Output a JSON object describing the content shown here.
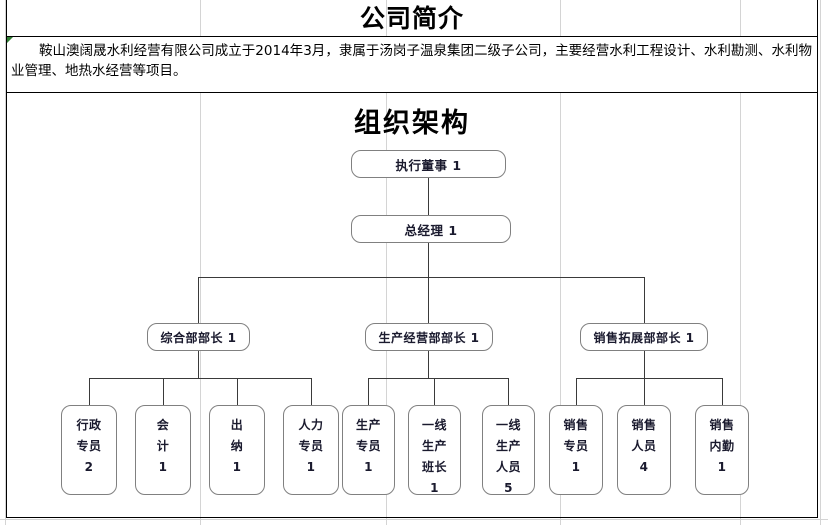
{
  "document": {
    "header_title": "公司简介",
    "intro_paragraph": "鞍山澳阔晟水利经营有限公司成立于2014年3月，隶属于汤岗子温泉集团二级子公司，主要经营水利工程设计、水利勘测、水利物业管理、地热水经营等项目。",
    "comment_flag_color": "#2f7d32"
  },
  "org_chart": {
    "title": "组织架构",
    "node_border_color": "#808080",
    "connector_color": "#3a3a3a",
    "text_color": "#1a1a2e",
    "executive": {
      "label": "执行董事 1",
      "title": "执行董事",
      "count": "1"
    },
    "general_manager": {
      "label": "总经理 1",
      "title": "总经理",
      "count": "1"
    },
    "departments": [
      {
        "label": "综合部部长 1",
        "title": "综合部部长",
        "count": "1",
        "children": [
          {
            "line1": "行政",
            "line2": "专员",
            "count": "2"
          },
          {
            "line1": "会",
            "line2": "计",
            "count": "1"
          },
          {
            "line1": "出",
            "line2": "纳",
            "count": "1"
          },
          {
            "line1": "人力",
            "line2": "专员",
            "count": "1"
          }
        ]
      },
      {
        "label": "生产经营部部长 1",
        "title": "生产经营部部长",
        "count": "1",
        "children": [
          {
            "line1": "生产",
            "line2": "专员",
            "count": "1"
          },
          {
            "line1": "一线",
            "line2": "生产",
            "line3": "班长",
            "count": "1"
          },
          {
            "line1": "一线",
            "line2": "生产",
            "line3": "人员",
            "count": "5"
          }
        ]
      },
      {
        "label": "销售拓展部部长 1",
        "title": "销售拓展部部长",
        "count": "1",
        "children": [
          {
            "line1": "销售",
            "line2": "专员",
            "count": "1"
          },
          {
            "line1": "销售",
            "line2": "人员",
            "count": "4"
          },
          {
            "line1": "销售",
            "line2": "内勤",
            "count": "1"
          }
        ]
      }
    ]
  }
}
